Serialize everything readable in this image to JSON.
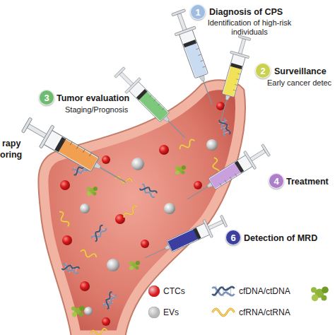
{
  "diagram": {
    "nodes": [
      {
        "text": [
          "1"
        ]
      },
      {
        "text": [
          "2"
        ]
      },
      {
        "text": [
          "3"
        ]
      },
      {
        "text": [
          "4"
        ]
      },
      {
        "text": [
          "6"
        ]
      }
    ],
    "labels": [
      "Diagnosis of CPS",
      "Identification of high-risk individuals",
      "Surveillance",
      "Early cancer detec",
      "Tumor evaluation",
      "Staging/Prognosis",
      "rapy",
      "oring",
      "Treatment",
      "Detection of MRD"
    ],
    "legend": [
      {
        "text": "CTCs",
        "color": "#d7191c"
      },
      {
        "text": "cfDNA/ctDNA"
      },
      {
        "text": "EVs",
        "color": "#b8b8b8"
      },
      {
        "text": "cfRNA/ctRNA"
      }
    ]
  }
}
